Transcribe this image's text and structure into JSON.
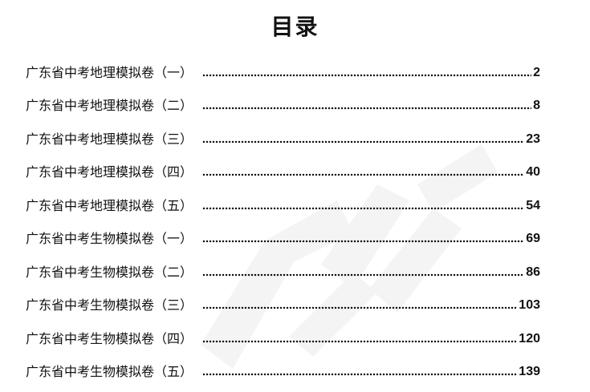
{
  "title": "目录",
  "entries": [
    {
      "title": "广东省中考地理模拟卷（一）",
      "page": "2"
    },
    {
      "title": "广东省中考地理模拟卷（二）",
      "page": "8"
    },
    {
      "title": "广东省中考地理模拟卷（三）",
      "page": "23"
    },
    {
      "title": "广东省中考地理模拟卷（四）",
      "page": "40"
    },
    {
      "title": "广东省中考地理模拟卷（五）",
      "page": "54"
    },
    {
      "title": "广东省中考生物模拟卷（一）",
      "page": "69"
    },
    {
      "title": "广东省中考生物模拟卷（二）",
      "page": "86"
    },
    {
      "title": "广东省中考生物模拟卷（三）",
      "page": "103"
    },
    {
      "title": "广东省中考生物模拟卷（四）",
      "page": "120"
    },
    {
      "title": "广东省中考生物模拟卷（五）",
      "page": "139"
    }
  ],
  "colors": {
    "text": "#111111",
    "watermark": "#f3f3f3"
  }
}
